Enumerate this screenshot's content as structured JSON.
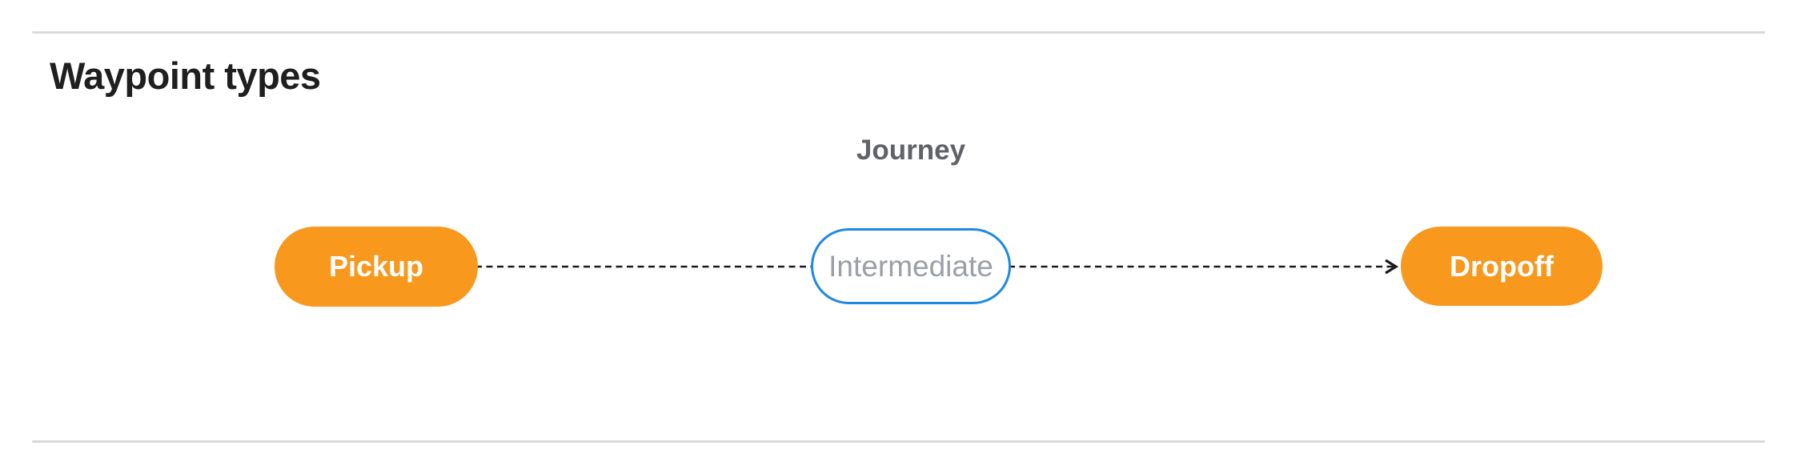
{
  "section": {
    "heading": "Waypoint types"
  },
  "diagram": {
    "title": "Journey",
    "nodes": [
      {
        "id": "pickup",
        "label": "Pickup",
        "type": "terminal"
      },
      {
        "id": "intermediate",
        "label": "Intermediate",
        "type": "intermediate"
      },
      {
        "id": "dropoff",
        "label": "Dropoff",
        "type": "terminal"
      }
    ],
    "edges": [
      {
        "from": "pickup",
        "to": "intermediate",
        "style": "dashed",
        "arrowhead": false
      },
      {
        "from": "intermediate",
        "to": "dropoff",
        "style": "dashed",
        "arrowhead": true
      }
    ]
  },
  "colors": {
    "terminal_node_fill": "#F8981D",
    "terminal_node_text": "#FFFFFF",
    "intermediate_node_border": "#1E88E5",
    "intermediate_node_text": "#9AA0A6",
    "connector": "#1A1A1A",
    "journey_label": "#5F6368",
    "heading_text": "#1F1F1F",
    "divider": "#D9D9D9"
  }
}
